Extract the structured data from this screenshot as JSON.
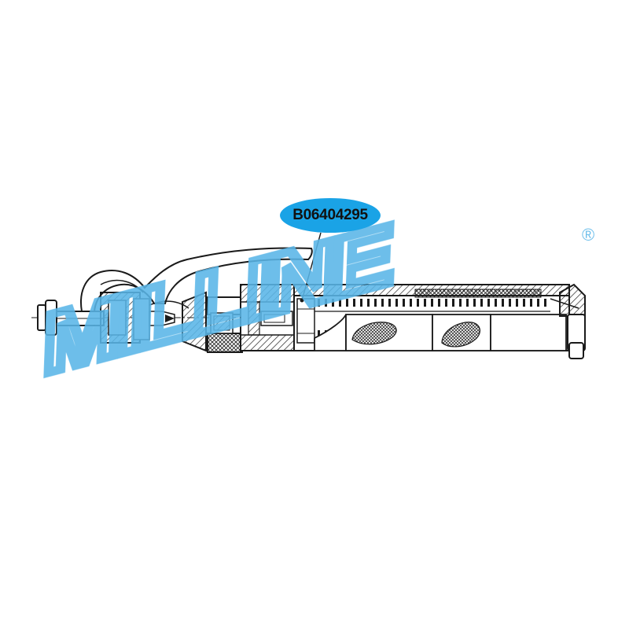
{
  "diagram": {
    "part_number": "B06404295",
    "watermark": "MILLINE",
    "registered_mark": "®"
  },
  "colors": {
    "ink": "#1a1a1a",
    "label_fill": "#1aa3e6",
    "label_text": "#111111",
    "watermark": "#59b6e8",
    "hatch": "#2a2a2a",
    "background": "#ffffff"
  },
  "icons": {
    "watermark_logo": "milline-logo",
    "drawing": "electrode-holder-cross-section"
  }
}
